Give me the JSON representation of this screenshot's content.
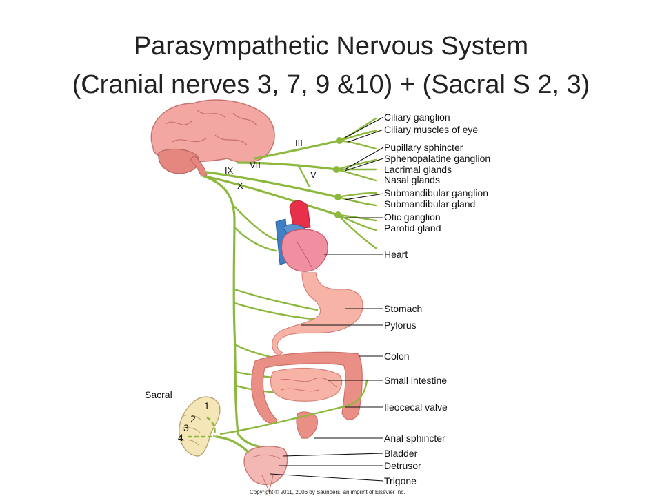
{
  "slide": {
    "title_line1": "Parasympathetic Nervous System",
    "title_line2": "(Cranial nerves 3, 7, 9 &10) + (Sacral S 2, 3)"
  },
  "nerves": {
    "III": "III",
    "VII": "VII",
    "IX": "IX",
    "X": "X",
    "V": "V"
  },
  "labels": {
    "ciliary_ganglion": "Ciliary ganglion",
    "ciliary_muscles": "Ciliary muscles of eye",
    "pupillary_sphincter": "Pupillary sphincter",
    "sphenopalatine_ganglion": "Sphenopalatine ganglion",
    "lacrimal_glands": "Lacrimal glands",
    "nasal_glands": "Nasal glands",
    "submandibular_ganglion": "Submandibular ganglion",
    "submandibular_gland": "Submandibular gland",
    "otic_ganglion": "Otic ganglion",
    "parotid_gland": "Parotid gland",
    "heart": "Heart",
    "stomach": "Stomach",
    "pylorus": "Pylorus",
    "colon": "Colon",
    "small_intestine": "Small intestine",
    "ileocecal_valve": "Ileocecal valve",
    "anal_sphincter": "Anal sphincter",
    "bladder": "Bladder",
    "detrusor": "Detrusor",
    "trigone": "Trigone"
  },
  "sacral": {
    "label": "Sacral",
    "s1": "1",
    "s2": "2",
    "s3": "3",
    "s4": "4"
  },
  "copyright": "Copyright © 2011, 2006 by Saunders, an imprint of Elsevier Inc.",
  "colors": {
    "nerve": "#8db83e",
    "brain": "#f2a7a3",
    "heart_red": "#e8304a",
    "heart_blue": "#3f7fc8",
    "organ": "#f6b3a6",
    "sacrum": "#f5e6b8"
  }
}
